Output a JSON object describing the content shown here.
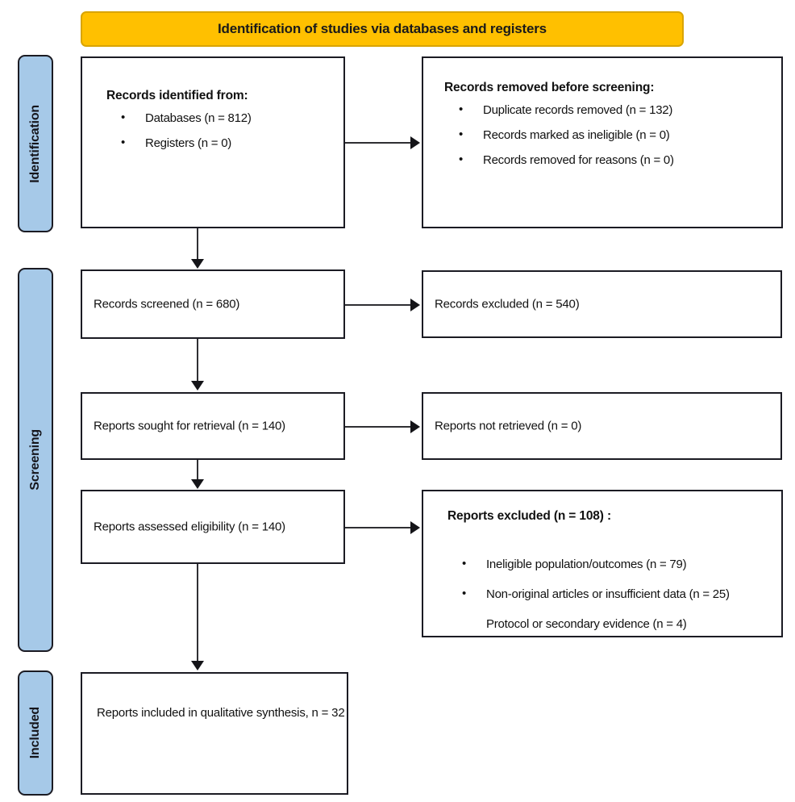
{
  "banner": {
    "title": "Identification of studies via databases and registers",
    "background_color": "#FFC000",
    "border_color": "#D9A400"
  },
  "stages": {
    "accent_color": "#A6C9E8",
    "identification": "Identification",
    "screening": "Screening",
    "included": "Included"
  },
  "boxes": {
    "identified": {
      "title": "Records identified from:",
      "bullets": [
        "Databases (n = 812)",
        "Registers   (n = 0)"
      ]
    },
    "removed": {
      "title": "Records removed before screening:",
      "bullets": [
        "Duplicate records removed    (n = 132)",
        "Records marked as ineligible (n = 0)",
        "Records removed for reasons (n = 0)"
      ]
    },
    "screened": {
      "text": "Records screened (n = 680)"
    },
    "excluded": {
      "text": "Records excluded (n = 540)"
    },
    "sought": {
      "text": "Reports sought for retrieval (n = 140)"
    },
    "not_retrieved": {
      "text": "Reports not retrieved (n = 0)"
    },
    "assessed": {
      "text": "Reports assessed eligibility (n = 140)"
    },
    "reports_excluded": {
      "title": "Reports excluded    (n = 108) :",
      "bullets": [
        "Ineligible population/outcomes (n = 79)",
        "Non-original articles or insufficient data (n = 25)",
        "Protocol or secondary evidence (n = 4)"
      ]
    },
    "included_final": {
      "text": "Reports included in qualitative synthesis, n = 32"
    }
  },
  "chart_data": {
    "type": "diagram",
    "title": "Identification of studies via databases and registers",
    "stages": [
      "Identification",
      "Screening",
      "Included"
    ],
    "nodes": [
      {
        "id": "identified",
        "stage": "Identification",
        "label": "Records identified from:",
        "databases": 812,
        "registers": 0
      },
      {
        "id": "removed",
        "stage": "Identification",
        "label": "Records removed before screening:",
        "duplicate_records_removed": 132,
        "records_marked_as_ineligible": 0,
        "records_removed_for_reasons": 0
      },
      {
        "id": "screened",
        "stage": "Screening",
        "label": "Records screened",
        "n": 680
      },
      {
        "id": "excluded",
        "stage": "Screening",
        "label": "Records excluded",
        "n": 540
      },
      {
        "id": "sought",
        "stage": "Screening",
        "label": "Reports sought for retrieval",
        "n": 140
      },
      {
        "id": "not_retrieved",
        "stage": "Screening",
        "label": "Reports not retrieved",
        "n": 0
      },
      {
        "id": "assessed",
        "stage": "Screening",
        "label": "Reports assessed eligibility",
        "n": 140
      },
      {
        "id": "reports_excluded",
        "stage": "Screening",
        "label": "Reports excluded",
        "n": 108,
        "reasons": [
          {
            "reason": "Ineligible population/outcomes",
            "n": 79
          },
          {
            "reason": "Non-original articles or insufficient data",
            "n": 25
          },
          {
            "reason": "Protocol or secondary evidence",
            "n": 4
          }
        ]
      },
      {
        "id": "included_final",
        "stage": "Included",
        "label": "Reports included in qualitative synthesis",
        "n": 32
      }
    ],
    "edges": [
      {
        "from": "identified",
        "to": "removed",
        "direction": "right"
      },
      {
        "from": "identified",
        "to": "screened",
        "direction": "down"
      },
      {
        "from": "screened",
        "to": "excluded",
        "direction": "right"
      },
      {
        "from": "screened",
        "to": "sought",
        "direction": "down"
      },
      {
        "from": "sought",
        "to": "not_retrieved",
        "direction": "right"
      },
      {
        "from": "sought",
        "to": "assessed",
        "direction": "down"
      },
      {
        "from": "assessed",
        "to": "reports_excluded",
        "direction": "right"
      },
      {
        "from": "assessed",
        "to": "included_final",
        "direction": "down"
      }
    ]
  }
}
